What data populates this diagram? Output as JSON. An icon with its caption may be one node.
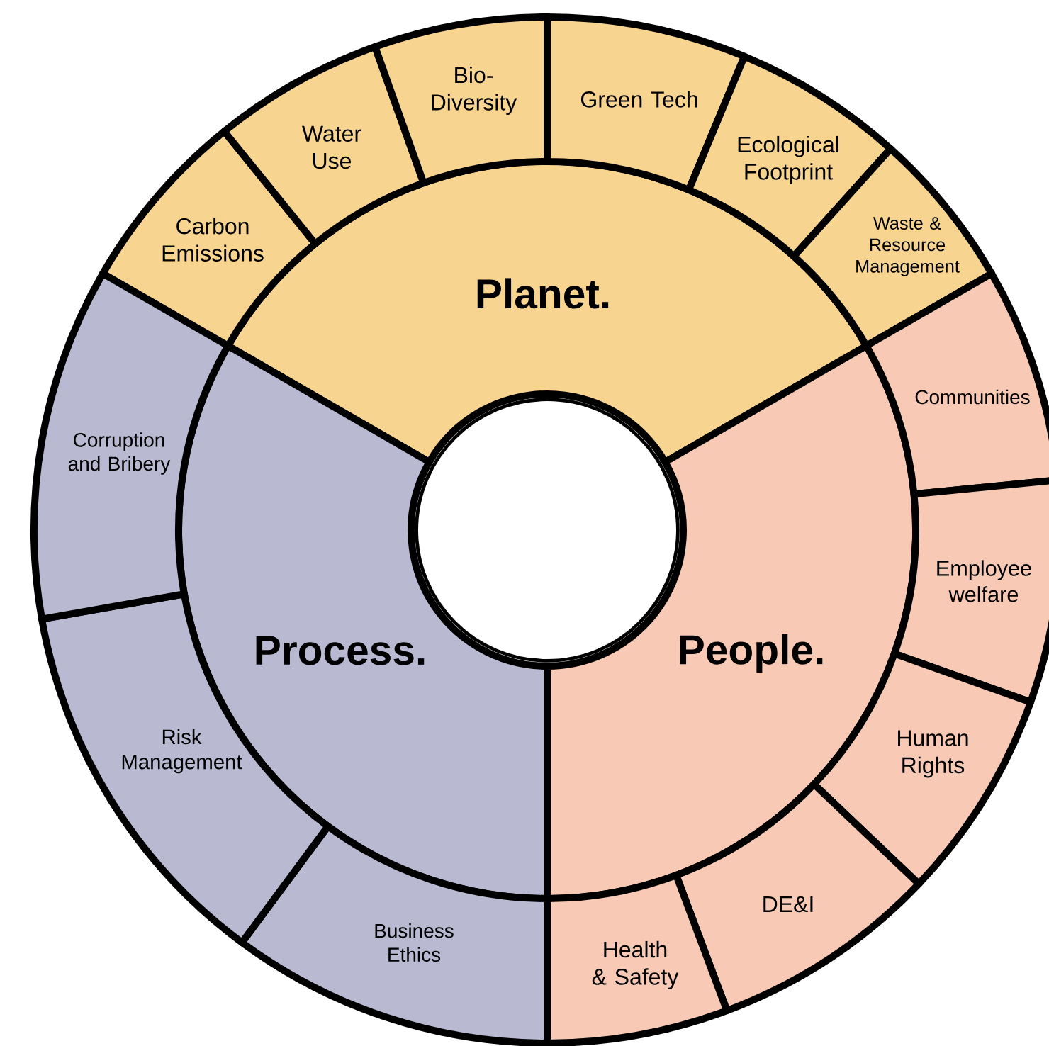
{
  "diagram": {
    "nodes": [
      {
        "text": [
          "Planet."
        ]
      },
      {
        "text": [
          "Process."
        ]
      },
      {
        "text": [
          "People."
        ]
      },
      {
        "text": [
          "Carbon Emissions"
        ]
      },
      {
        "text": [
          "Water Use"
        ]
      },
      {
        "text": [
          "Bio-Diversity"
        ]
      },
      {
        "text": [
          "Green Tech"
        ]
      },
      {
        "text": [
          "Ecological Footprint"
        ]
      },
      {
        "text": [
          "Waste & Resource Management"
        ]
      },
      {
        "text": [
          "Communities"
        ]
      },
      {
        "text": [
          "Employee welfare"
        ]
      },
      {
        "text": [
          "Human Rights"
        ]
      },
      {
        "text": [
          "DE&I"
        ]
      },
      {
        "text": [
          "Health & Safety"
        ]
      },
      {
        "text": [
          "Business Ethics"
        ]
      },
      {
        "text": [
          "Risk Management"
        ]
      },
      {
        "text": [
          "Corruption and Bribery"
        ]
      },
      {
        "text": [],
        "shape": "circle"
      }
    ]
  }
}
